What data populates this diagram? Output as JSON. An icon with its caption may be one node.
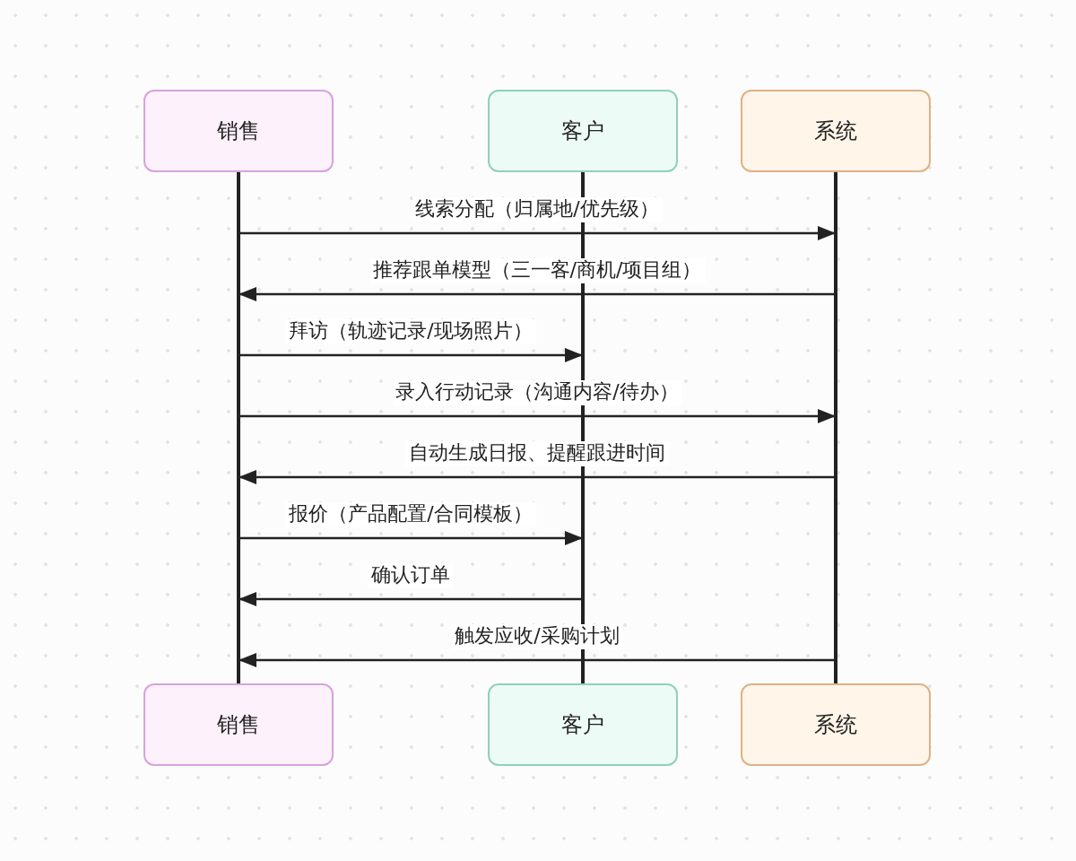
{
  "diagram": {
    "nodes": [
      {
        "text": [
          "销售"
        ]
      },
      {
        "text": [
          "客户"
        ]
      },
      {
        "text": [
          "系统"
        ]
      },
      {
        "text": [],
        "shape": "bar"
      },
      {
        "text": [],
        "shape": "bar"
      },
      {
        "text": [],
        "shape": "bar"
      },
      {
        "text": [
          "销售"
        ]
      },
      {
        "text": [
          "客户"
        ]
      },
      {
        "text": [
          "系统"
        ]
      }
    ],
    "edges": [
      {
        "from": 3,
        "to": 5,
        "arrow": "to",
        "label": "线索分配（归属地/优先级）"
      },
      {
        "from": 5,
        "to": 3,
        "arrow": "to",
        "label": "推荐跟单模型（三一客/商机/项目组）"
      },
      {
        "from": 3,
        "to": 4,
        "arrow": "to",
        "label": "拜访（轨迹记录/现场照片）"
      },
      {
        "from": 3,
        "to": 5,
        "arrow": "to",
        "label": "录入行动记录（沟通内容/待办）"
      },
      {
        "from": 5,
        "to": 3,
        "arrow": "to",
        "label": "自动生成日报、提醒跟进时间"
      },
      {
        "from": 3,
        "to": 4,
        "arrow": "to",
        "label": "报价（产品配置/合同模板）"
      },
      {
        "from": 4,
        "to": 3,
        "arrow": "to",
        "label": "确认订单"
      },
      {
        "from": 5,
        "to": 3,
        "arrow": "to",
        "label": "触发应收/采购计划"
      }
    ]
  }
}
